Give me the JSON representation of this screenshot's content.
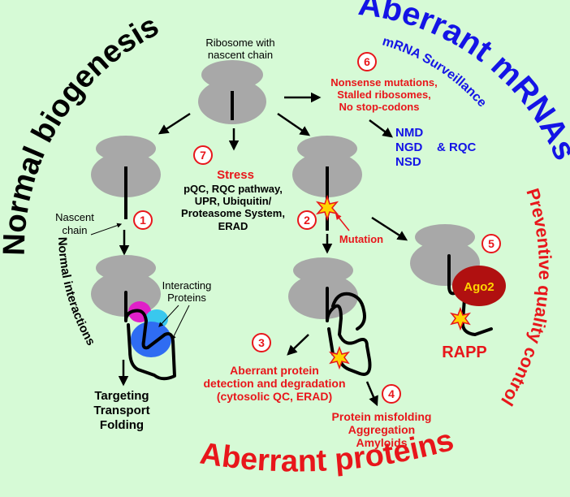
{
  "colors": {
    "background": "#d6fad6",
    "ribosome": "#a8a8a8",
    "black": "#000000",
    "red": "#e8161b",
    "blue": "#1414e6",
    "magenta": "#e020c8",
    "cyan": "#39c8ee",
    "protein_blue": "#2f6cf2",
    "ago2_fill": "#b01010",
    "ago2_text": "#ffd400",
    "star": "#ffd400"
  },
  "arc_titles": {
    "normal_biogenesis": "Normal biogenesis",
    "aberrant_mrnas": "Aberrant mRNAs",
    "mrna_surveillance": "mRNA Surveillance",
    "preventive_quality_control": "Preventive quality control",
    "aberrant_proteins": "Aberrant proteins",
    "normal_interactions": "Normal interactions"
  },
  "labels": {
    "ribosome_line1": "Ribosome with",
    "ribosome_line2": "nascent chain",
    "nascent_line1": "Nascent",
    "nascent_line2": "chain",
    "interacting_line1": "Interacting",
    "interacting_line2": "Proteins",
    "targeting": "Targeting",
    "transport": "Transport",
    "folding": "Folding",
    "mutation": "Mutation",
    "ago2": "Ago2",
    "rapp": "RAPP",
    "rqc": "& RQC"
  },
  "steps": [
    "1",
    "2",
    "3",
    "4",
    "5",
    "6",
    "7"
  ],
  "step6_lines": [
    "Nonsense mutations,",
    "Stalled ribosomes,",
    "No stop-codons"
  ],
  "surveillance_list": [
    "NMD",
    "NGD",
    "NSD"
  ],
  "stress_title": "Stress",
  "stress_lines": [
    "pQC, RQC pathway,",
    "UPR, Ubiquitin/",
    "Proteasome System,",
    "ERAD"
  ],
  "step3_lines": [
    "Aberrant protein",
    "detection and degradation",
    "(cytosolic QC, ERAD)"
  ],
  "step4_lines": [
    "Protein misfolding",
    "Aggregation",
    "Amyloids"
  ]
}
